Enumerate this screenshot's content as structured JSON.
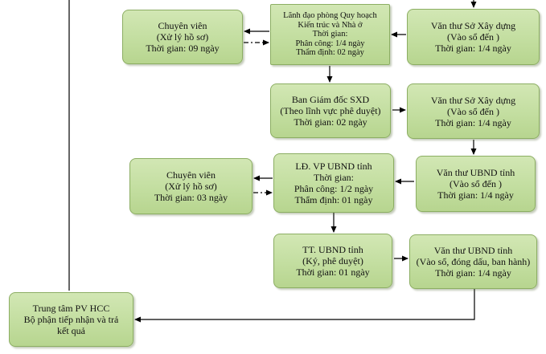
{
  "nodes": {
    "cv1": [
      "Chuyên viên",
      "(Xử lý hồ sơ)",
      "Thời gian: 09 ngày"
    ],
    "ld_qh": [
      "Lãnh đạo phòng Quy hoạch",
      "Kiến trúc và Nhà ở",
      "Thời gian:",
      "Phân công: 1/4 ngày",
      "Thẩm định: 02 ngày"
    ],
    "vt_sxd1": [
      "Văn thư Sở Xây dựng",
      "(Vào sổ đến )",
      "Thời gian: 1/4 ngày"
    ],
    "bgd_sxd": [
      "Ban Giám đốc SXD",
      "(Theo lĩnh vực phê duyệt)",
      "Thời gian: 02 ngày"
    ],
    "vt_sxd2": [
      "Văn thư Sở Xây dựng",
      "(Vào sổ đến )",
      "Thời gian: 1/4 ngày"
    ],
    "cv2": [
      "Chuyên viên",
      "(Xử lý hồ sơ)",
      "Thời gian: 03 ngày"
    ],
    "ld_vp": [
      "LĐ. VP UBND tỉnh",
      "Thời gian:",
      "Phân công: 1/2 ngày",
      "Thẩm định: 01 ngày"
    ],
    "vt_ubnd1": [
      "Văn thư UBND tỉnh",
      "(Vào sổ đến )",
      "Thời gian: 1/4 ngày"
    ],
    "tt_ubnd": [
      "TT. UBND tỉnh",
      "(Ký, phê duyệt)",
      "Thời gian: 01 ngày"
    ],
    "vt_ubnd2": [
      "Văn thư UBND tỉnh",
      "(Vào sổ, đóng dấu, ban hành)",
      "Thời gian: 1/4 ngày"
    ],
    "ttpvhcc": [
      "Trung tâm PV HCC",
      "Bộ phận tiếp nhận và trả",
      "kết quả"
    ]
  }
}
